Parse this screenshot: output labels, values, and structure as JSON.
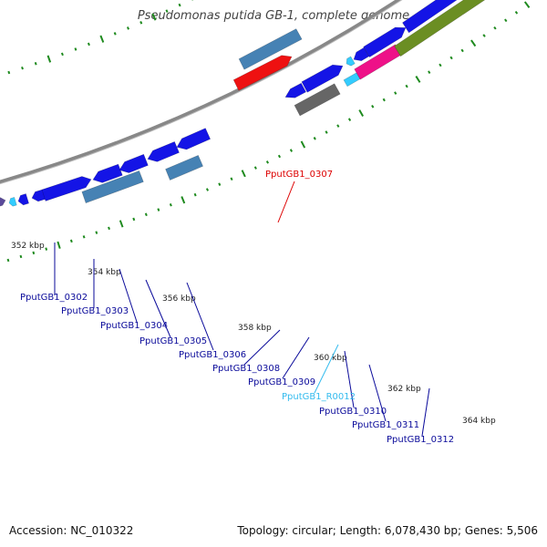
{
  "title": "Pseudomonas putida GB-1, complete genome",
  "footer": {
    "accession": "Accession: NC_010322",
    "summary": "Topology: circular; Length: 6,078,430 bp; Genes: 5,506"
  },
  "colors": {
    "backbone": "#888888",
    "tick": "#1e8a1e",
    "gene_blue": "#1414e6",
    "cds_steelblue": "#4682b4",
    "red": "#ee1111",
    "gray": "#666666",
    "cyan": "#33ccff",
    "magenta": "#ee1188",
    "olive": "#6b8e23",
    "purple": "#5a4a9a",
    "label_blue": "#0a0a9a",
    "label_red": "#dd0000",
    "label_cyan": "#33bbee"
  },
  "ticks": {
    "labels": [
      "352 kbp",
      "354 kbp",
      "356 kbp",
      "358 kbp",
      "360 kbp",
      "362 kbp",
      "364 kbp"
    ]
  },
  "genes": {
    "labels": [
      {
        "id": "PputGB1_0302",
        "color": "label_blue"
      },
      {
        "id": "PputGB1_0303",
        "color": "label_blue"
      },
      {
        "id": "PputGB1_0304",
        "color": "label_blue"
      },
      {
        "id": "PputGB1_0305",
        "color": "label_blue"
      },
      {
        "id": "PputGB1_0306",
        "color": "label_blue"
      },
      {
        "id": "PputGB1_0307",
        "color": "label_red"
      },
      {
        "id": "PputGB1_0308",
        "color": "label_blue"
      },
      {
        "id": "PputGB1_0309",
        "color": "label_blue"
      },
      {
        "id": "PputGB1_R0012",
        "color": "label_cyan"
      },
      {
        "id": "PputGB1_0310",
        "color": "label_blue"
      },
      {
        "id": "PputGB1_0311",
        "color": "label_blue"
      },
      {
        "id": "PputGB1_0312",
        "color": "label_blue"
      }
    ]
  }
}
